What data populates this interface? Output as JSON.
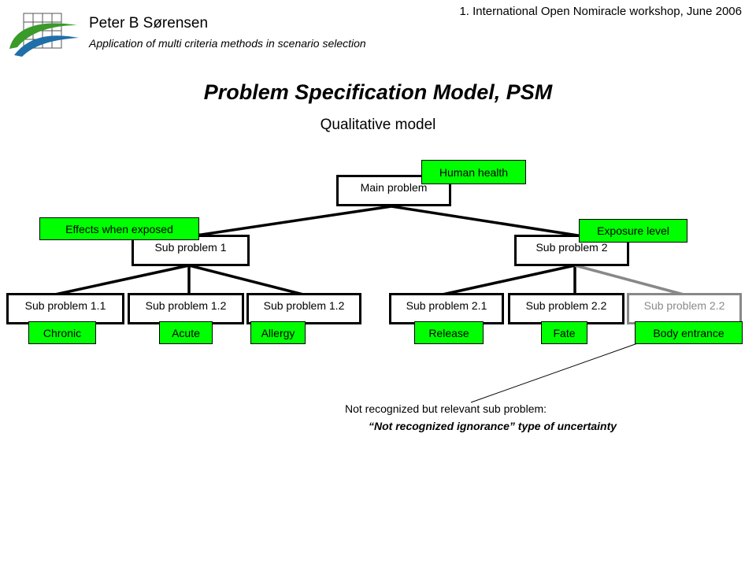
{
  "header": {
    "author": "Peter B Sørensen",
    "subtitle": "Application of multi criteria methods in scenario selection",
    "workshop": "1. International Open Nomiracle workshop, June 2006"
  },
  "slide": {
    "title": "Problem Specification Model, PSM",
    "subtitle": "Qualitative model"
  },
  "tree": {
    "main": {
      "label": "Main problem",
      "tag": "Human health"
    },
    "sub1": {
      "label": "Sub problem 1",
      "tag": "Effects when exposed"
    },
    "sub2": {
      "label": "Sub problem 2",
      "tag": "Exposure level"
    },
    "leaves": [
      {
        "label": "Sub problem 1.1",
        "tag": "Chronic"
      },
      {
        "label": "Sub problem 1.2",
        "tag": "Acute"
      },
      {
        "label": "Sub problem 1.2",
        "tag": "Allergy"
      },
      {
        "label": "Sub problem 2.1",
        "tag": "Release"
      },
      {
        "label": "Sub problem 2.2",
        "tag": "Fate"
      },
      {
        "label": "Sub problem 2.2",
        "tag": "Body entrance"
      }
    ]
  },
  "note": {
    "line1": "Not recognized but relevant sub problem:",
    "line2": "“Not recognized ignorance” type of uncertainty"
  },
  "colors": {
    "tag_fill": "#00ff00",
    "ghost": "#888888",
    "logo_green": "#3a9a2a",
    "logo_blue": "#1f6fa8"
  }
}
